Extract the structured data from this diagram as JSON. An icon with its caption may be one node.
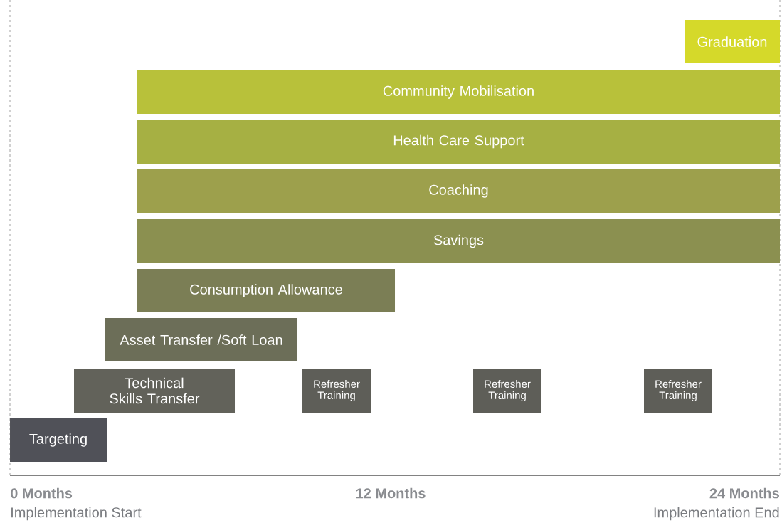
{
  "diagram": {
    "nodes": [
      {
        "text": [
          "Graduation"
        ]
      },
      {
        "text": [
          "Community Mobilisation"
        ]
      },
      {
        "text": [
          "Health Care Support"
        ]
      },
      {
        "text": [
          "Coaching"
        ]
      },
      {
        "text": [
          "Savings"
        ]
      },
      {
        "text": [
          "Consumption Allowance"
        ]
      },
      {
        "text": [
          "Asset Transfer /Soft Loan"
        ]
      },
      {
        "text": [
          "Technical Skills Transfer"
        ]
      },
      {
        "text": [
          "Refresher Training"
        ]
      },
      {
        "text": [
          "Refresher Training"
        ]
      },
      {
        "text": [
          "Refresher Training"
        ]
      },
      {
        "text": [
          "Targeting"
        ]
      }
    ],
    "labels": [
      "0 Months",
      "Implementation Start",
      "12 Months",
      "24 Months",
      "Implementation End"
    ]
  }
}
